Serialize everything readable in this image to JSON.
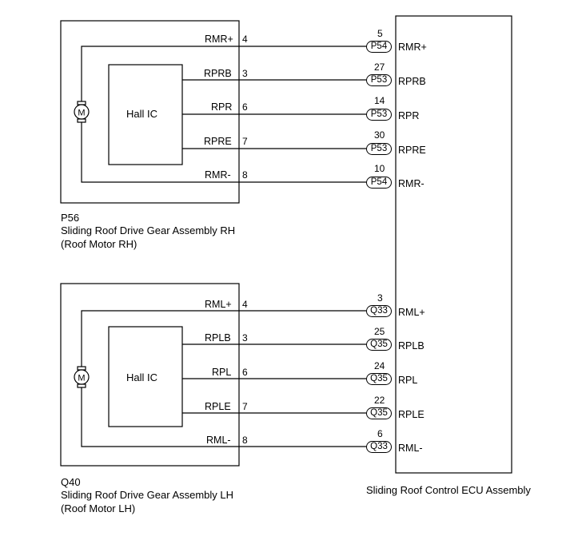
{
  "motor_rh": {
    "code": "P56",
    "name": "Sliding Roof Drive Gear Assembly RH",
    "sub": "(Roof Motor RH)",
    "hall_label": "Hall IC",
    "motor_symbol": "M",
    "wires": [
      {
        "signal": "RMR+",
        "pin": "4",
        "ecu_pin": "5",
        "connector": "P54",
        "ecu_signal": "RMR+"
      },
      {
        "signal": "RPRB",
        "pin": "3",
        "ecu_pin": "27",
        "connector": "P53",
        "ecu_signal": "RPRB"
      },
      {
        "signal": "RPR",
        "pin": "6",
        "ecu_pin": "14",
        "connector": "P53",
        "ecu_signal": "RPR"
      },
      {
        "signal": "RPRE",
        "pin": "7",
        "ecu_pin": "30",
        "connector": "P53",
        "ecu_signal": "RPRE"
      },
      {
        "signal": "RMR-",
        "pin": "8",
        "ecu_pin": "10",
        "connector": "P54",
        "ecu_signal": "RMR-"
      }
    ]
  },
  "motor_lh": {
    "code": "Q40",
    "name": "Sliding Roof Drive Gear Assembly LH",
    "sub": "(Roof Motor LH)",
    "hall_label": "Hall IC",
    "motor_symbol": "M",
    "wires": [
      {
        "signal": "RML+",
        "pin": "4",
        "ecu_pin": "3",
        "connector": "Q33",
        "ecu_signal": "RML+"
      },
      {
        "signal": "RPLB",
        "pin": "3",
        "ecu_pin": "25",
        "connector": "Q35",
        "ecu_signal": "RPLB"
      },
      {
        "signal": "RPL",
        "pin": "6",
        "ecu_pin": "24",
        "connector": "Q35",
        "ecu_signal": "RPL"
      },
      {
        "signal": "RPLE",
        "pin": "7",
        "ecu_pin": "22",
        "connector": "Q35",
        "ecu_signal": "RPLE"
      },
      {
        "signal": "RML-",
        "pin": "8",
        "ecu_pin": "6",
        "connector": "Q33",
        "ecu_signal": "RML-"
      }
    ]
  },
  "ecu": {
    "name": "Sliding Roof Control ECU Assembly"
  }
}
